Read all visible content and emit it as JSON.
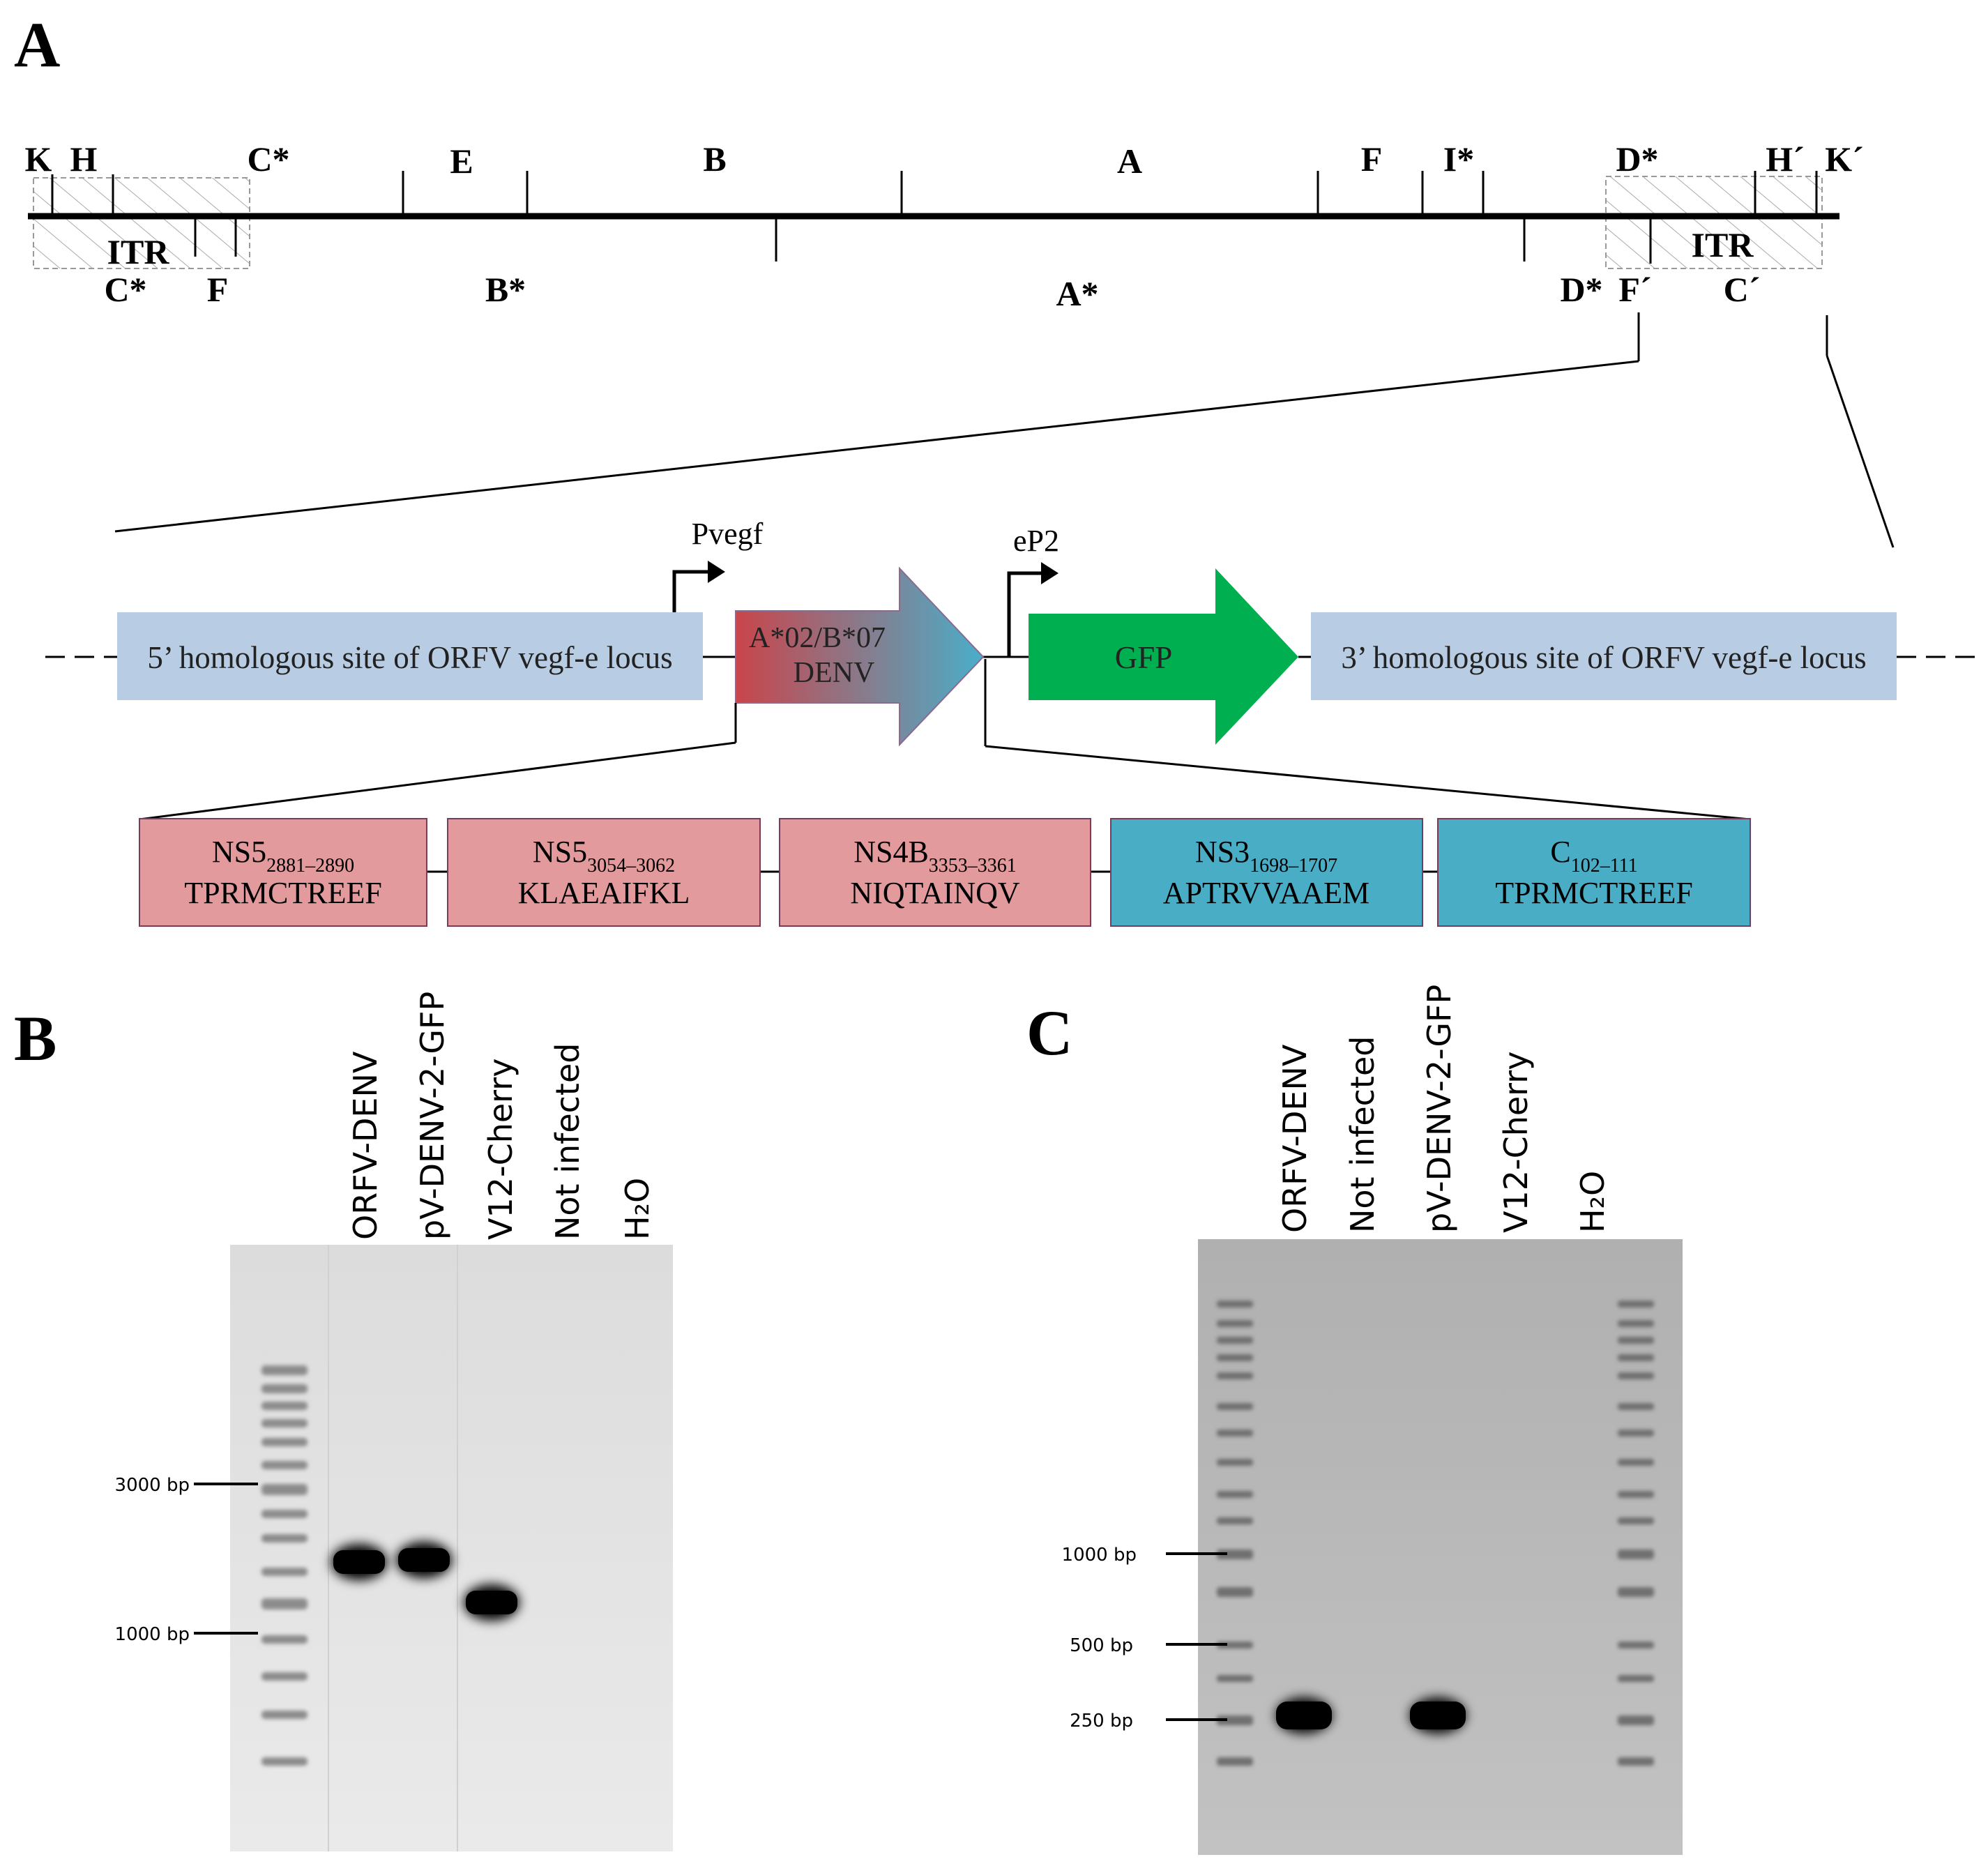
{
  "panels": {
    "a": "A",
    "b": "B",
    "c": "C"
  },
  "genome_map": {
    "top_fragments": [
      "K",
      "H",
      "C*",
      "E",
      "B",
      "A",
      "F",
      "I*",
      "D*",
      "H´",
      "K´"
    ],
    "bottom_fragments": [
      "C*",
      "F",
      "B*",
      "A*",
      "D*",
      "F´",
      "C´"
    ],
    "itr_left": "ITR",
    "itr_right": "ITR"
  },
  "construct": {
    "promoter_1": "Pvegf",
    "promoter_2": "eP2",
    "homology_5": "5’ homologous site of ORFV vegf-e locus",
    "homology_3": "3’ homologous site of ORFV vegf-e locus",
    "antigen_line1": "A*02/B*07",
    "antigen_line2": "DENV",
    "reporter": "GFP",
    "colors": {
      "homology": "#b8cde3",
      "gfp": "#00b050",
      "antigen_start": "#c9454b",
      "antigen_end": "#4aaec9",
      "epitope_pink": "#e39a9c",
      "epitope_blue": "#4aadc6"
    }
  },
  "epitopes": [
    {
      "name": "NS5",
      "range": "2881–2890",
      "seq": "TPRMCTREEF"
    },
    {
      "name": "NS5",
      "range": "3054–3062",
      "seq": "KLAEAIFKL"
    },
    {
      "name": "NS4B",
      "range": "3353–3361",
      "seq": "NIQTAINQV"
    },
    {
      "name": "NS3",
      "range": "1698–1707",
      "seq": "APTRVVAAEM"
    },
    {
      "name": "C",
      "range": "102–111",
      "seq": "TPRMCTREEF"
    }
  ],
  "gel_b": {
    "lanes": [
      "ORFV-DENV",
      "pV-DENV-2-GFP",
      "V12-Cherry",
      "Not infected",
      "H₂O"
    ],
    "markers": [
      "3000 bp",
      "1000 bp"
    ]
  },
  "gel_c": {
    "lanes": [
      "ORFV-DENV",
      "Not infected",
      "pV-DENV-2-GFP",
      "V12-Cherry",
      "H₂O"
    ],
    "markers": [
      "1000 bp",
      "500 bp",
      "250 bp"
    ]
  }
}
